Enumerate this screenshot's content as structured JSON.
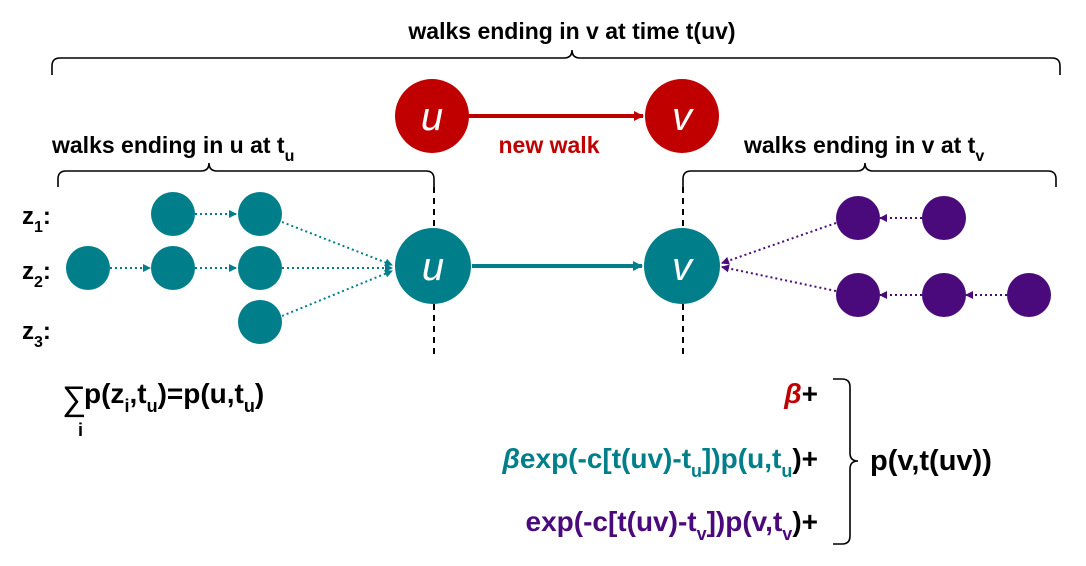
{
  "colors": {
    "red": "#c00000",
    "teal": "#007f8a",
    "purple": "#4b0a7b",
    "black": "#000000"
  },
  "top_brace": {
    "label": "walks ending in v at time t(uv)"
  },
  "new_walk": {
    "u_label": "u",
    "v_label": "v",
    "edge_label": "new walk"
  },
  "left_brace": {
    "label_main": "walks ending in u at t",
    "label_sub": "u"
  },
  "right_brace": {
    "label_main": "walks ending in v at t",
    "label_sub": "v"
  },
  "z_labels": [
    {
      "main": "z",
      "sub": "1",
      "colon": ":"
    },
    {
      "main": "z",
      "sub": "2",
      "colon": ":"
    },
    {
      "main": "z",
      "sub": "3",
      "colon": ":"
    }
  ],
  "main_graph": {
    "u_label": "u",
    "v_label": "v"
  },
  "sum_formula": {
    "sum_symbol": "∑",
    "index": "i",
    "p1": "p(z",
    "i_sub": "i",
    "comma1": ",t",
    "u_sub1": "u",
    "eq": ")=p(u,t",
    "u_sub2": "u",
    "close": ")"
  },
  "formula": {
    "line1": {
      "beta": "β",
      "plus": "+"
    },
    "line2": {
      "beta": "β",
      "text1": "exp(-c[t(uv)-t",
      "sub1": "u",
      "text2": "])p(u,t",
      "sub2": "u",
      "text3": ")+"
    },
    "line3": {
      "text1": "exp(-c[t(uv)-t",
      "sub1": "v",
      "text2": "])p(v,t",
      "sub2": "v",
      "text3": ")+"
    },
    "result": "p(v,t(uv))"
  }
}
